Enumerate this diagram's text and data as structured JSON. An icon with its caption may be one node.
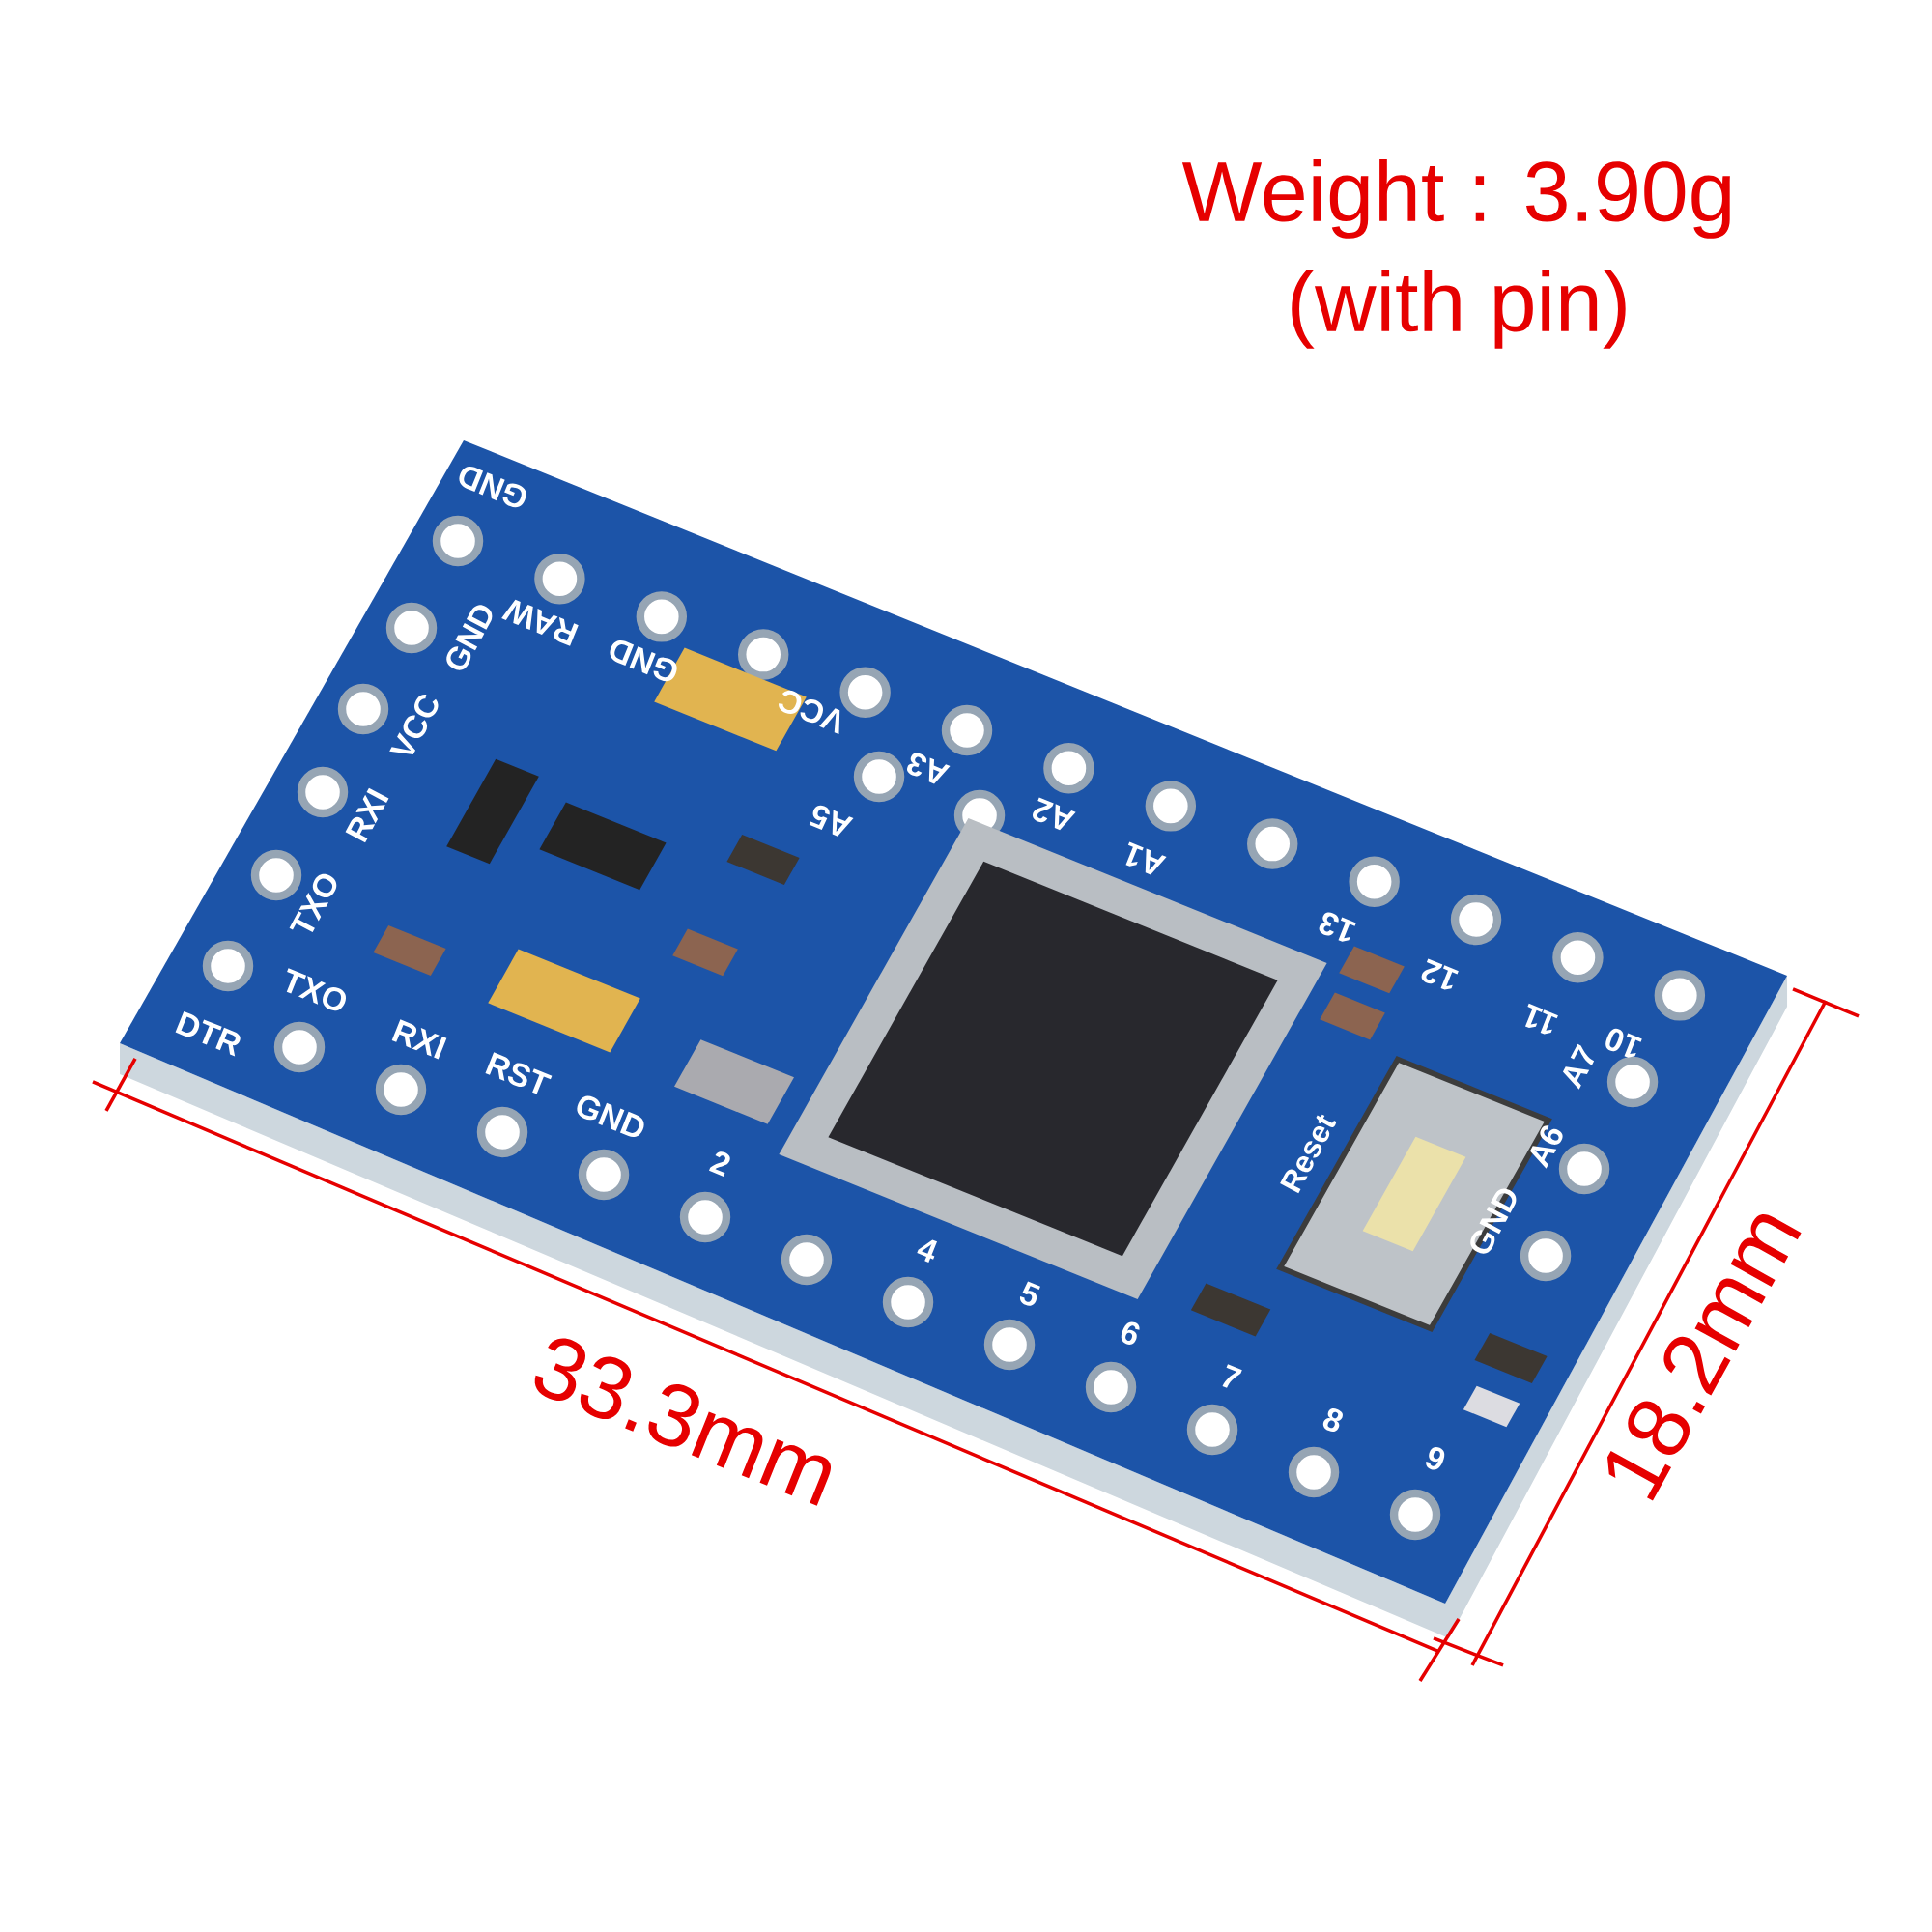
{
  "diagram": {
    "labels": [
      "Weight : 3.90g",
      "(with pin)",
      "GND",
      "RAW",
      "GND",
      "VCC",
      "A3",
      "A2",
      "A1",
      "A5",
      "13",
      "12",
      "11",
      "10",
      "GND",
      "VCC",
      "RXI",
      "TXO",
      "A7",
      "A6",
      "Reset",
      "GND",
      "DTR",
      "TXO",
      "RXI",
      "RST",
      "GND",
      "2",
      "4",
      "5",
      "6",
      "7",
      "8",
      "9",
      "33.3mm",
      "18.2mm"
    ]
  }
}
